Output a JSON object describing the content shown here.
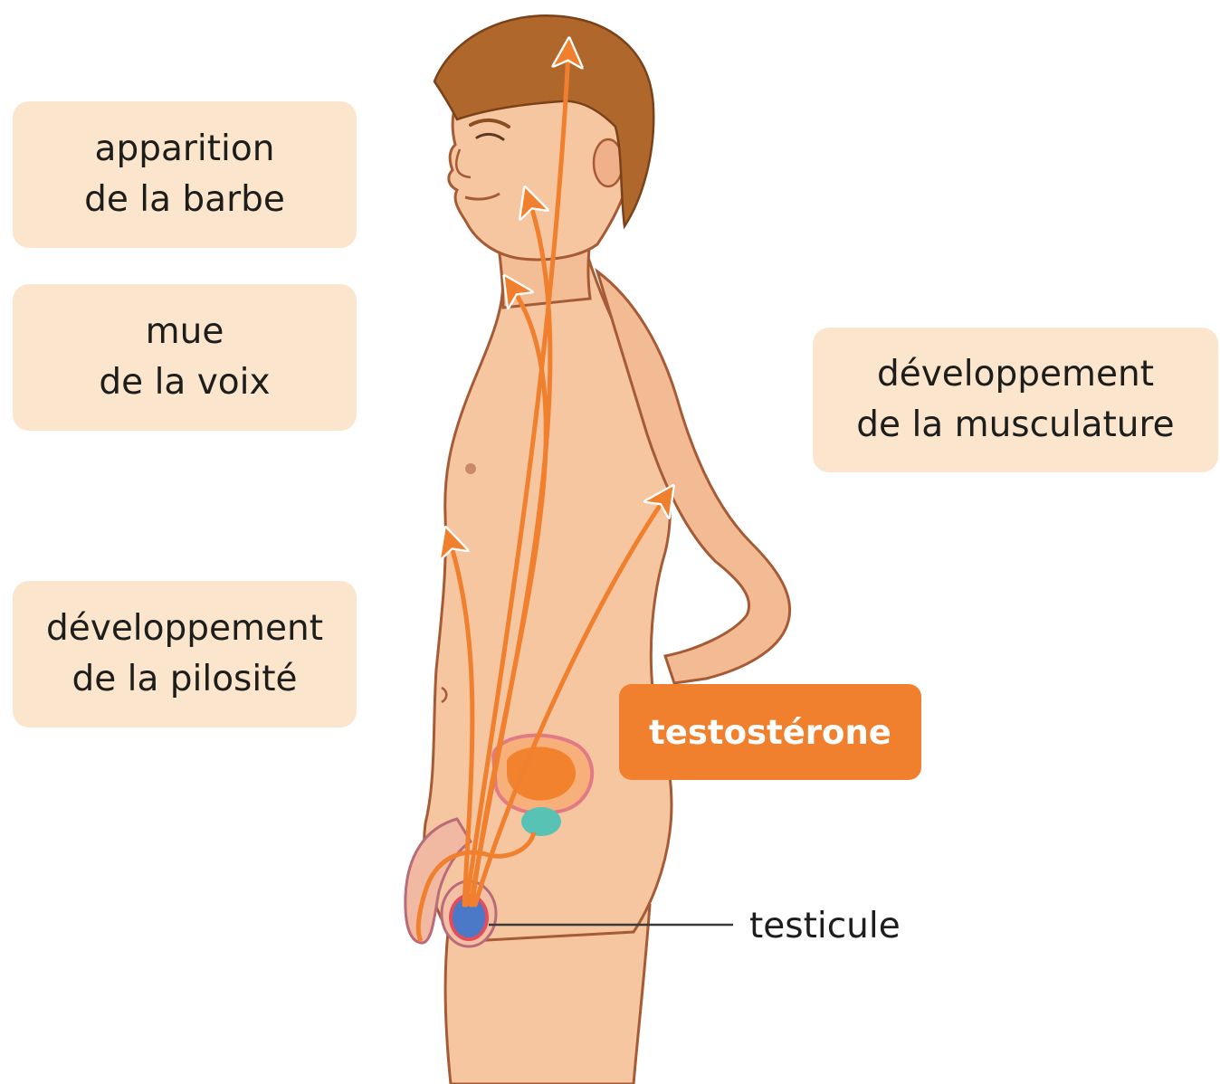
{
  "labels": {
    "barbe": {
      "line1": "apparition",
      "line2": "de la barbe"
    },
    "voix": {
      "line1": "mue",
      "line2": "de la voix"
    },
    "pilosite": {
      "line1": "développement",
      "line2": "de la pilosité"
    },
    "musculature": {
      "line1": "développement",
      "line2": "de la musculature"
    }
  },
  "hormone": "testostérone",
  "organ": "testicule",
  "colors": {
    "label_bg": "#fbe5cc",
    "hormone_bg": "#f07f2e",
    "arrow": "#f07f2e",
    "skin": "#f6c6a0",
    "hair": "#b0672c"
  }
}
